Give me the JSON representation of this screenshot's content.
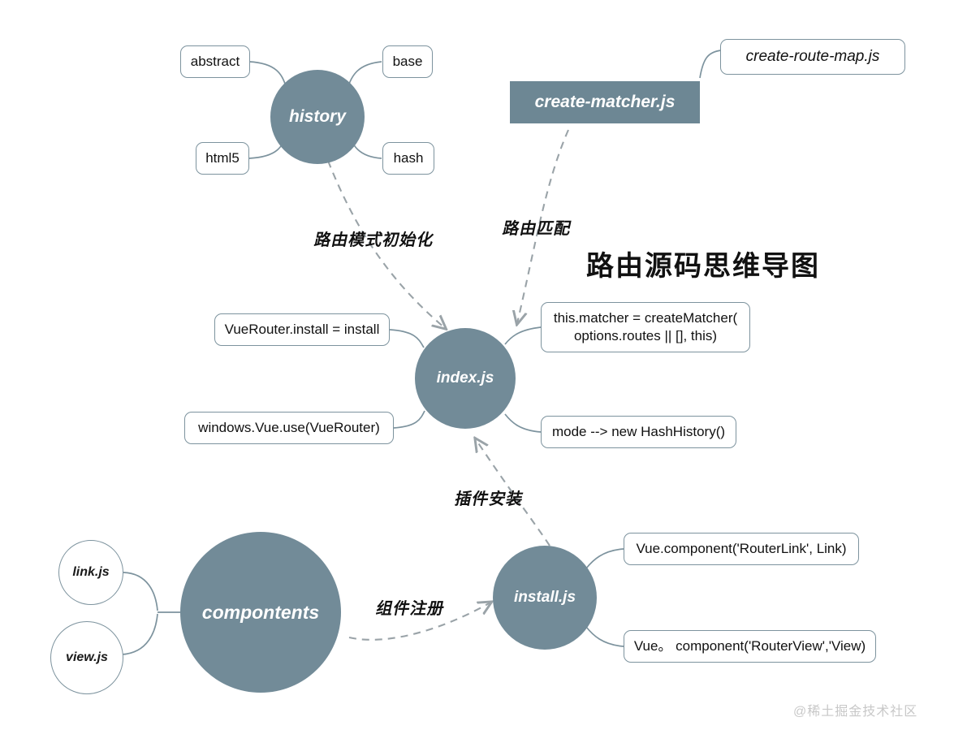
{
  "diagram": {
    "title": "路由源码思维导图",
    "watermark": "@稀土掘金技术社区",
    "background_color": "#ffffff",
    "node_fill_color": "#728b98",
    "node_border_color": "#7d939e",
    "rect_fill_color": "#6d8794",
    "edge_color": "#7d939e",
    "dashed_edge_color": "#9aa3a8",
    "watermark_color": "#c8c8c8"
  },
  "nodes": {
    "history": {
      "label": "history",
      "shape": "circle",
      "style": "filled"
    },
    "index": {
      "label": "index.js",
      "shape": "circle",
      "style": "filled"
    },
    "install": {
      "label": "install.js",
      "shape": "circle",
      "style": "filled"
    },
    "compontents": {
      "label": "compontents",
      "shape": "circle",
      "style": "filled"
    },
    "create_matcher": {
      "label": "create-matcher.js",
      "shape": "rectangle",
      "style": "filled"
    },
    "link": {
      "label": "link.js",
      "shape": "circle",
      "style": "outline"
    },
    "view": {
      "label": "view.js",
      "shape": "circle",
      "style": "outline"
    }
  },
  "leaves": {
    "abstract": "abstract",
    "base": "base",
    "html5": "html5",
    "hash": "hash",
    "create_route_map": "create-route-map.js",
    "vuerouter_install": "VueRouter.install = install",
    "windows_vue_use": "windows.Vue.use(VueRouter)",
    "this_matcher_line1": "this.matcher = createMatcher(",
    "this_matcher_line2": "options.routes || [], this)",
    "mode_hashhistory": "mode --> new HashHistory()",
    "router_link": "Vue.component('RouterLink', Link)",
    "router_view": "Vue。 component('RouterView','View)"
  },
  "edge_labels": {
    "route_mode_init": "路由模式初始化",
    "route_match": "路由匹配",
    "plugin_install": "插件安装",
    "component_register": "组件注册"
  }
}
